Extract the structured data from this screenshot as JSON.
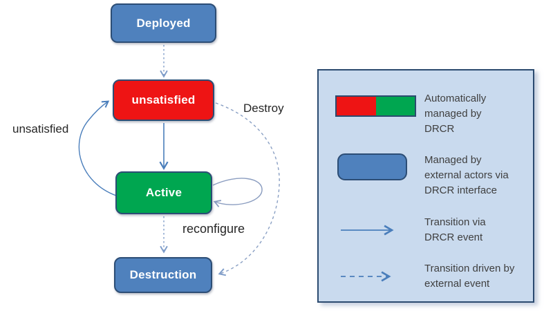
{
  "diagram": {
    "states": {
      "deployed": {
        "label": "Deployed"
      },
      "unsatisfied": {
        "label": "unsatisfied"
      },
      "active": {
        "label": "Active"
      },
      "destruction": {
        "label": "Destruction"
      }
    },
    "transition_labels": {
      "unsatisfied_event": "unsatisfied",
      "destroy_event": "Destroy",
      "reconfigure_event": "reconfigure"
    }
  },
  "legend": {
    "items": [
      {
        "icon": "split-red-green-swatch",
        "text": "Automatically\nmanaged by\nDRCR"
      },
      {
        "icon": "blue-rounded-swatch",
        "text": "Managed by\nexternal actors via\nDRCR interface"
      },
      {
        "icon": "solid-arrow",
        "text": "Transition via\nDRCR event"
      },
      {
        "icon": "dashed-arrow",
        "text": "Transition driven by\nexternal event"
      }
    ]
  },
  "colors": {
    "state_blue": "#4f81bd",
    "state_red": "#ee1414",
    "state_green": "#00a650",
    "border_navy": "#2c4d75",
    "legend_background": "#c9daee",
    "arrow_solid": "#4a7ebb",
    "arrow_dashed": "#7f9dc9",
    "legend_text": "#3f3f3f"
  }
}
